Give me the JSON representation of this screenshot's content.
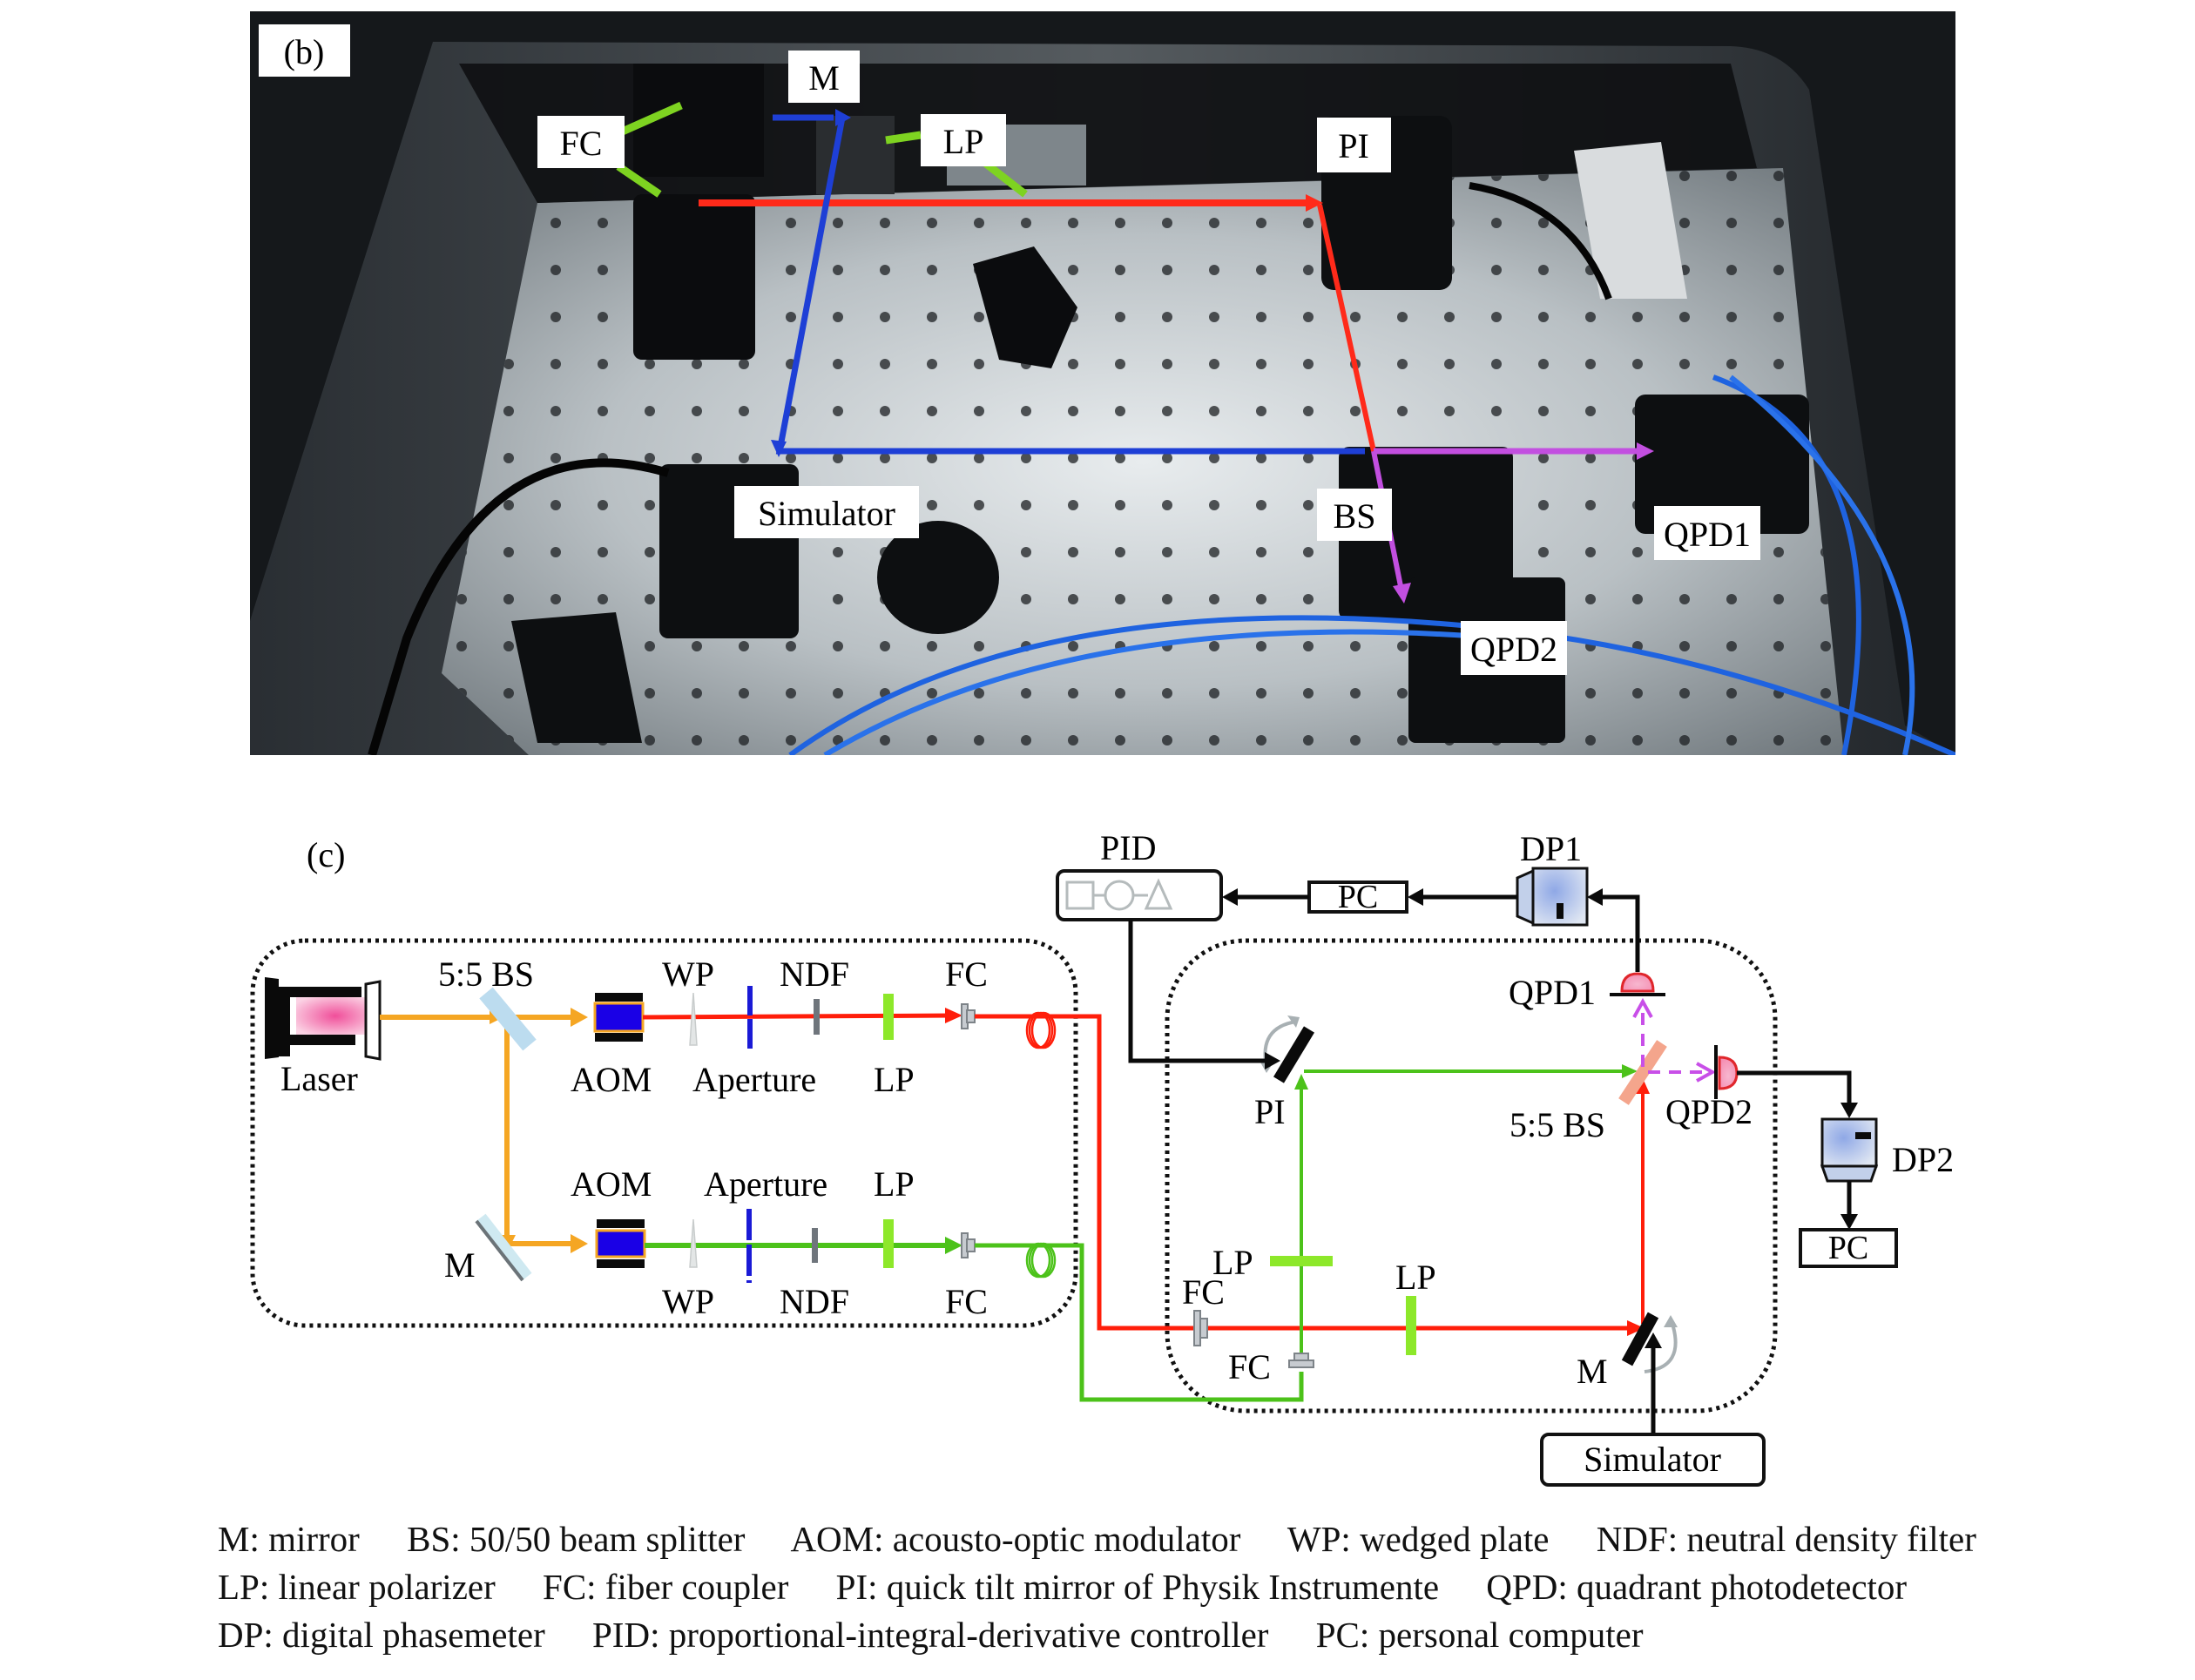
{
  "panel_b": {
    "label": "(b)",
    "annotations": {
      "fc": "FC",
      "m": "M",
      "lp": "LP",
      "pi": "PI",
      "simulator": "Simulator",
      "bs": "BS",
      "qpd1": "QPD1",
      "qpd2": "QPD2"
    },
    "beam_colors": {
      "red": "#ff2a1a",
      "blue": "#1e3fd6",
      "magenta": "#c24fe0",
      "green_arrow": "#7ed321"
    }
  },
  "panel_c": {
    "label": "(c)",
    "left_box": {
      "laser": "Laser",
      "bs": "5:5 BS",
      "top_row": {
        "wp": "WP",
        "ndf": "NDF",
        "fc": "FC",
        "aom": "AOM",
        "aperture": "Aperture",
        "lp": "LP"
      },
      "bottom_row": {
        "aom": "AOM",
        "aperture": "Aperture",
        "lp": "LP",
        "m": "M",
        "wp": "WP",
        "ndf": "NDF",
        "fc": "FC"
      }
    },
    "right_box": {
      "pi": "PI",
      "bs": "5:5 BS",
      "qpd1": "QPD1",
      "qpd2": "QPD2",
      "lp_vertical": "LP",
      "lp_horizontal": "LP",
      "fc_red": "FC",
      "fc_green": "FC",
      "m": "M"
    },
    "external": {
      "pid": "PID",
      "pc_top": "PC",
      "dp1": "DP1",
      "dp2": "DP2",
      "pc_bottom": "PC",
      "simulator": "Simulator"
    },
    "colors": {
      "orange_beam": "#f5a623",
      "red_beam": "#ff1e0a",
      "green_beam": "#4cc21a",
      "lp_green": "#8de82a",
      "aperture_blue": "#1a1ad6",
      "aom_blue": "#1a00e6",
      "bs_blue": "#bcdcef",
      "bs_salmon": "#f4a58c",
      "magenta_dashed": "#c84fe8",
      "qpd_pink": "#f7a8c4",
      "dp_blue": "#c2d0ea"
    }
  },
  "legend": {
    "lines": [
      [
        "M: mirror",
        "BS: 50/50 beam splitter",
        "AOM: acousto-optic modulator",
        "WP: wedged plate",
        "NDF: neutral density filter"
      ],
      [
        "LP: linear polarizer",
        "FC: fiber coupler",
        "PI: quick tilt mirror of Physik Instrumente",
        "QPD: quadrant photodetector"
      ],
      [
        "DP: digital phasemeter",
        "PID: proportional-integral-derivative controller",
        "PC: personal computer"
      ]
    ]
  }
}
